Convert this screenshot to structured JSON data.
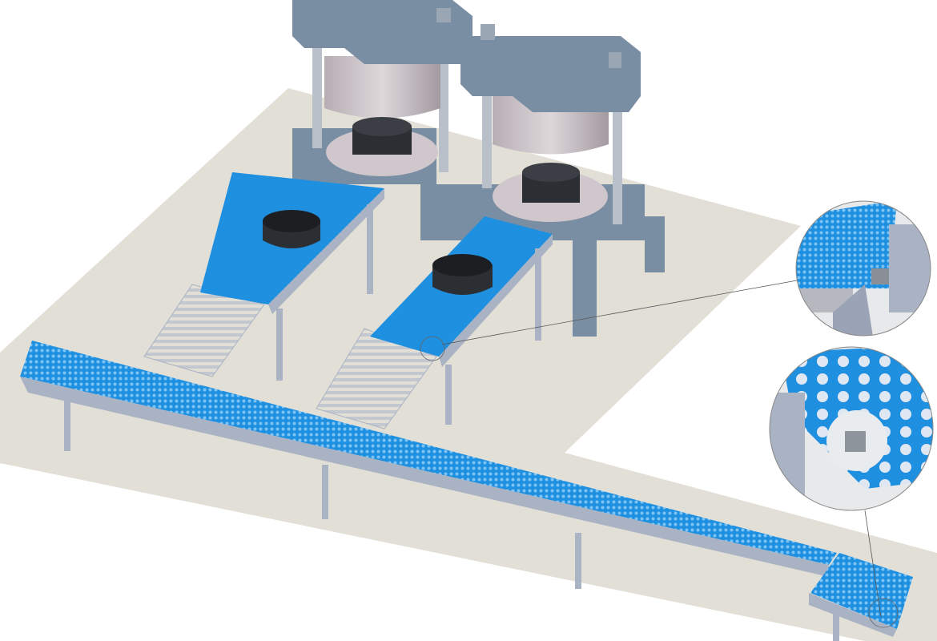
{
  "colors": {
    "background": "#ffffff",
    "floor": "#e2dfd7",
    "belt": "#1f8fe0",
    "belt_dots": "#7cc4f5",
    "frame": "#a9b3c3",
    "frame_dark": "#7d8798",
    "press_steel": "#7a8ea3",
    "press_drum": "#c9c2c6",
    "tire": "#2b2e33",
    "roller": "#c3c8d0"
  },
  "illustration": {
    "presses": 2,
    "infeed_conveyors": 2,
    "tires": 4,
    "detail_callouts": 2
  }
}
